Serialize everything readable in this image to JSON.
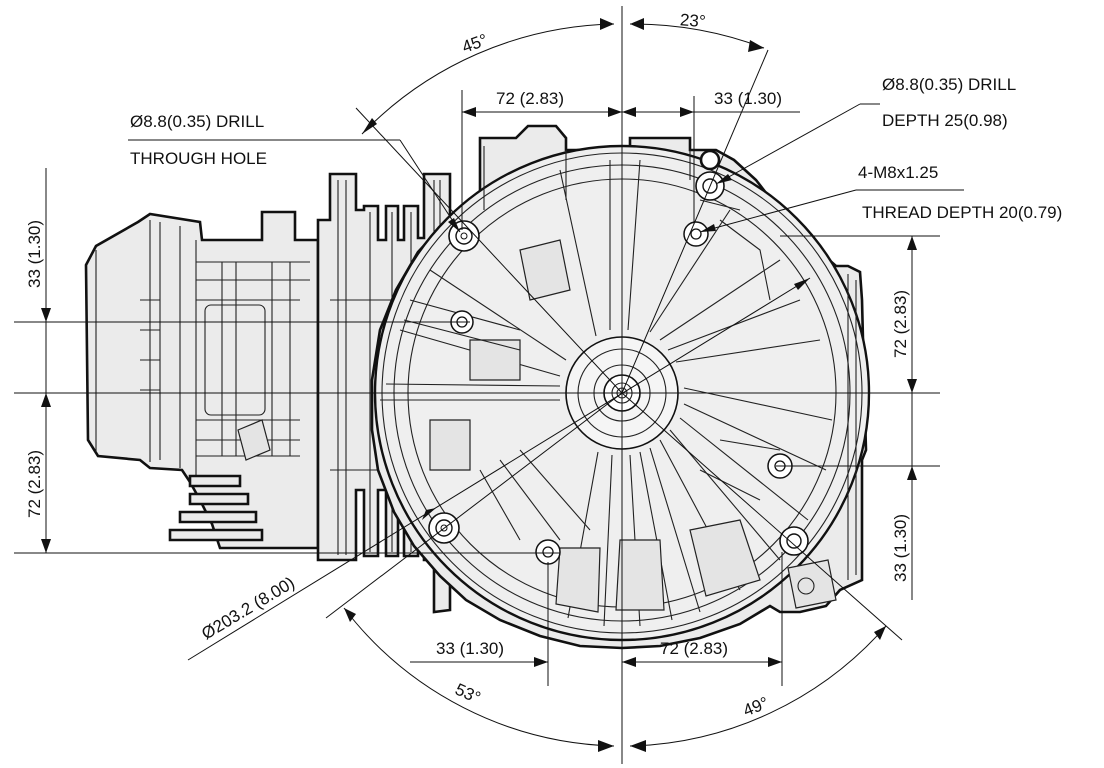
{
  "drawing": {
    "annotations": {
      "angle_top_left": "45°",
      "angle_top_right": "23°",
      "angle_bottom_left": "53°",
      "angle_bottom_right": "49°",
      "dim_top_left": "72  (2.83)",
      "dim_top_right": "33  (1.30)",
      "dim_bottom_left": "33  (1.30)",
      "dim_bottom_right": "72  (2.83)",
      "dim_left_upper": "33  (1.30)",
      "dim_left_lower": "72  (2.83)",
      "dim_right_upper": "72  (2.83)",
      "dim_right_lower": "33  (1.30)",
      "diameter": "Ø203.2  (8.00)",
      "drill_through_line1": "Ø8.8(0.35) DRILL",
      "drill_through_line2": "THROUGH HOLE",
      "drill_depth_line1": "Ø8.8(0.35) DRILL",
      "drill_depth_line2": "DEPTH 25(0.98)",
      "thread_line1": "4-M8x1.25",
      "thread_line2": "THREAD DEPTH 20(0.79)"
    }
  }
}
